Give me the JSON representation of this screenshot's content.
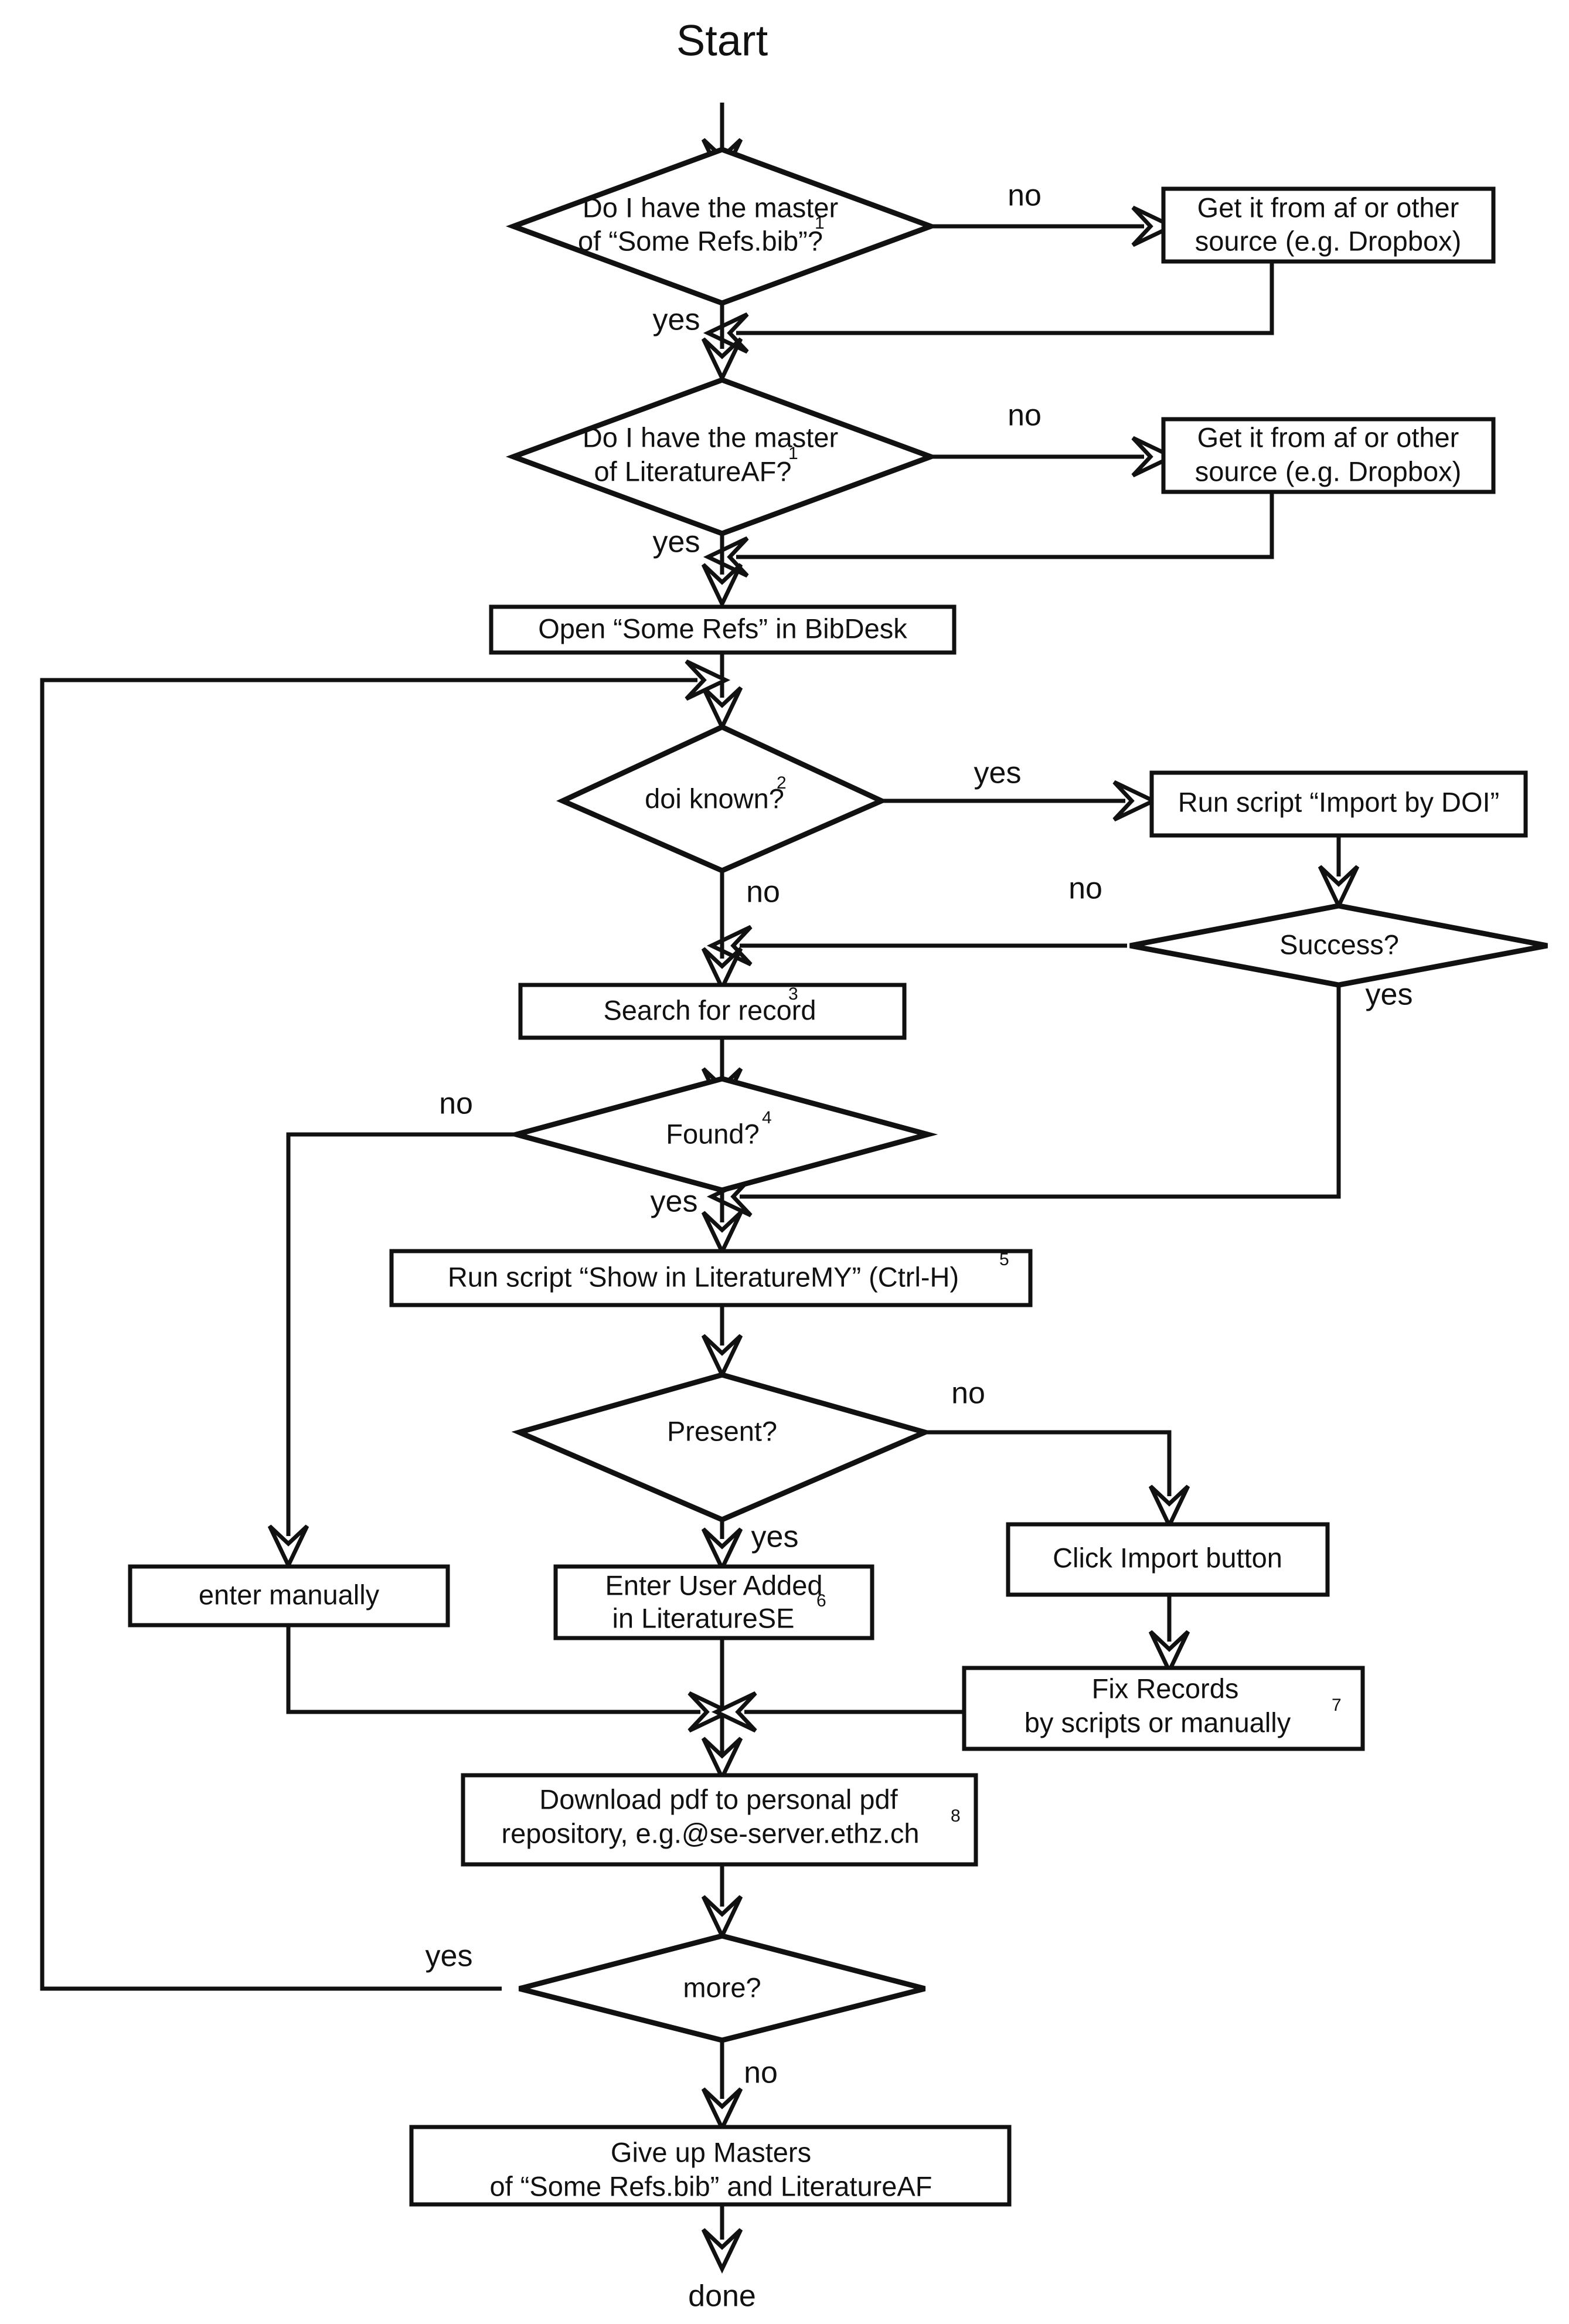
{
  "diagram": {
    "title": "Start",
    "end_label": "done",
    "colors": {
      "stroke": "#111111",
      "fill": "#ffffff",
      "background": "#ffffff"
    },
    "nodes": {
      "start": {
        "type": "terminal",
        "text": "Start"
      },
      "d_master_bib": {
        "type": "decision",
        "line1": "Do I have the master",
        "line2": "of “Some Refs.bib”?",
        "footnote": "1"
      },
      "p_get_bib": {
        "type": "process",
        "line1": "Get it from af or other",
        "line2": "source (e.g. Dropbox)"
      },
      "d_master_af": {
        "type": "decision",
        "line1": "Do I have the master",
        "line2": "of LiteratureAF?",
        "footnote": "1"
      },
      "p_get_af": {
        "type": "process",
        "line1": "Get it from af or other",
        "line2": "source (e.g. Dropbox)"
      },
      "p_open_bibdesk": {
        "type": "process",
        "line1": "Open “Some Refs” in BibDesk"
      },
      "d_doi_known": {
        "type": "decision",
        "line1": "doi known?",
        "footnote": "2"
      },
      "p_import_doi": {
        "type": "process",
        "line1": "Run script “Import by DOI”"
      },
      "d_success": {
        "type": "decision",
        "line1": "Success?"
      },
      "p_search_record": {
        "type": "process",
        "line1": "Search for record",
        "footnote": "3"
      },
      "d_found": {
        "type": "decision",
        "line1": "Found?",
        "footnote": "4"
      },
      "p_show_literaturemy": {
        "type": "process",
        "line1": "Run script “Show in LiteratureMY” (Ctrl-H)",
        "footnote": "5"
      },
      "d_present": {
        "type": "decision",
        "line1": "Present?"
      },
      "p_enter_manually": {
        "type": "process",
        "line1": "enter manually"
      },
      "p_enter_user_added": {
        "type": "process",
        "line1": "Enter User Added",
        "line2": "in LiteratureSE",
        "footnote": "6"
      },
      "p_click_import": {
        "type": "process",
        "line1": "Click Import button"
      },
      "p_fix_records": {
        "type": "process",
        "line1": "Fix Records",
        "line2": "by scripts or manually",
        "footnote": "7"
      },
      "p_download_pdf": {
        "type": "process",
        "line1": "Download pdf to personal pdf",
        "line2": "repository, e.g.@se-server.ethz.ch",
        "footnote": "8"
      },
      "d_more": {
        "type": "decision",
        "line1": "more?"
      },
      "p_give_up": {
        "type": "process",
        "line1": "Give up Masters",
        "line2": "of “Some Refs.bib” and LiteratureAF"
      }
    },
    "edge_labels": {
      "bib_no": "no",
      "bib_yes": "yes",
      "af_no": "no",
      "af_yes": "yes",
      "doi_yes": "yes",
      "doi_no": "no",
      "success_no": "no",
      "success_yes": "yes",
      "found_no": "no",
      "found_yes": "yes",
      "present_no": "no",
      "present_yes": "yes",
      "more_yes": "yes",
      "more_no": "no"
    }
  }
}
